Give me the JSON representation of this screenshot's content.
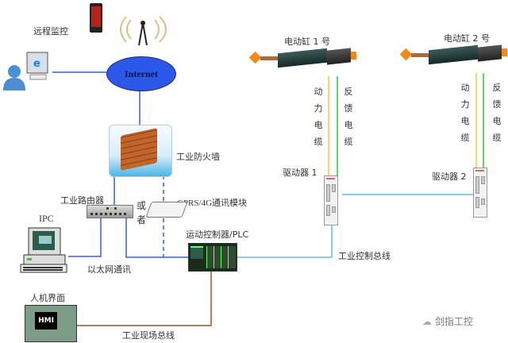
{
  "diagram": {
    "nodes": {
      "remote_monitor": {
        "label": "远程监控"
      },
      "internet": {
        "label": "Internet"
      },
      "firewall": {
        "label": "工业防火墙"
      },
      "router": {
        "label": "工业路由器"
      },
      "or_label": {
        "line1": "或",
        "line2": "者"
      },
      "gprs": {
        "label": "GPRS/4G通讯模块"
      },
      "ipc": {
        "label": "IPC"
      },
      "ethernet": {
        "label": "以太网通讯"
      },
      "plc": {
        "label": "运动控制器/PLC"
      },
      "hmi": {
        "label": "人机界面",
        "screen_text": "HMI"
      },
      "fieldbus": {
        "label": "工业现场总线"
      },
      "control_bus": {
        "label": "工业控制总线"
      },
      "cylinder1": {
        "label": "电动缸 1 号"
      },
      "cylinder2": {
        "label": "电动缸 2 号"
      },
      "driver1": {
        "label": "驱动器 1"
      },
      "driver2": {
        "label": "驱动器 2"
      },
      "power_cable": {
        "chars": [
          "动",
          "力",
          "电",
          "缆"
        ]
      },
      "feedback_cable": {
        "chars": [
          "反",
          "馈",
          "电",
          "缆"
        ]
      }
    },
    "colors": {
      "ethernet": "#3b5bdb",
      "control_bus": "#5fc4d8",
      "fieldbus": "#a0522d",
      "power_cable": "#f5c542",
      "feedback_cable": "#3cc13c",
      "internet_fill": "#2b58e8"
    },
    "watermark": "剑指工控"
  }
}
